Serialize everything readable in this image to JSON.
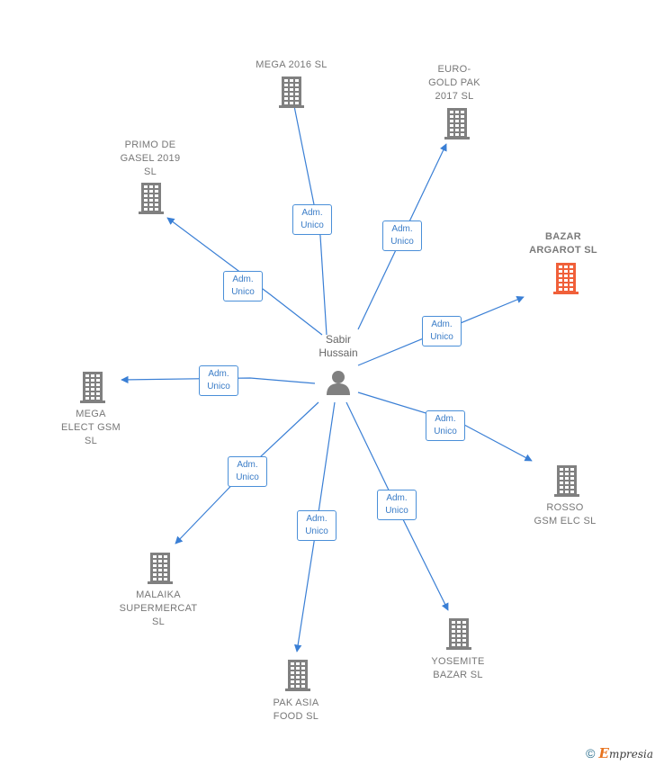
{
  "center": {
    "label": "Sabir\nHussain"
  },
  "role": {
    "line1": "Adm.",
    "line2": "Unico"
  },
  "colors": {
    "edge": "#3a7fd5",
    "company": "#808080",
    "company_highlight": "#f0603a",
    "person": "#808080"
  },
  "companies": [
    {
      "name": "MEGA 2016  SL",
      "highlight": false
    },
    {
      "name": "EURO-\nGOLD PAK\n2017  SL",
      "highlight": false
    },
    {
      "name": "PRIMO DE\nGASEL 2019\nSL",
      "highlight": false
    },
    {
      "name": "BAZAR\nARGAROT  SL",
      "highlight": true
    },
    {
      "name": "MEGA\nELECT GSM\nSL",
      "highlight": false
    },
    {
      "name": "ROSSO\nGSM ELC  SL",
      "highlight": false
    },
    {
      "name": "MALAIKA\nSUPERMERCAT\nSL",
      "highlight": false
    },
    {
      "name": "PAK ASIA\nFOOD  SL",
      "highlight": false
    },
    {
      "name": "YOSEMITE\nBAZAR  SL",
      "highlight": false
    }
  ],
  "footer": {
    "copyright": "©",
    "brand_first": "E",
    "brand_rest": "mpresia"
  }
}
